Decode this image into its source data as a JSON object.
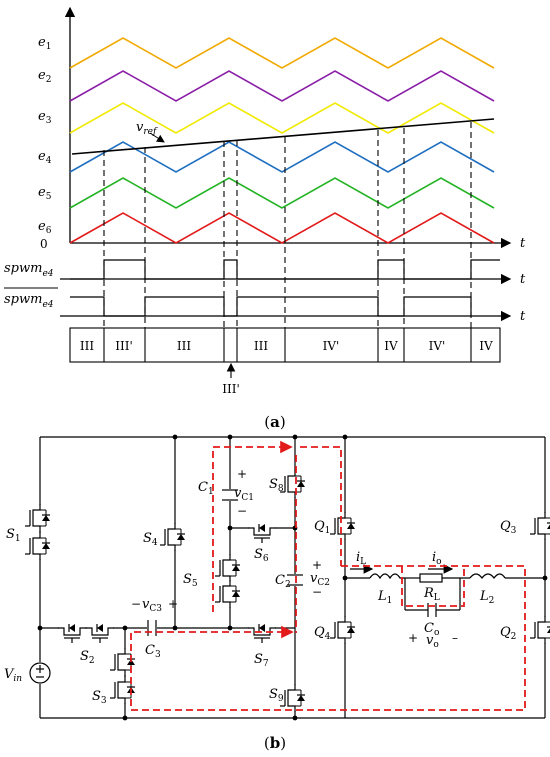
{
  "panel_a": {
    "carrier_labels": [
      {
        "base": "e",
        "sub": "1"
      },
      {
        "base": "e",
        "sub": "2"
      },
      {
        "base": "e",
        "sub": "3"
      },
      {
        "base": "e",
        "sub": "4"
      },
      {
        "base": "e",
        "sub": "5"
      },
      {
        "base": "e",
        "sub": "6"
      }
    ],
    "carrier_colors": [
      "#f2a900",
      "#8b1fa8",
      "#f0ea00",
      "#1f6fc1",
      "#23b323",
      "#e21a1a"
    ],
    "zero_label": "0",
    "time_label": "t",
    "vref": {
      "base": "v",
      "sub": "ref"
    },
    "signal_1": {
      "base": "spwm",
      "sub": "e4"
    },
    "signal_2": {
      "base": "spwm",
      "sub": "e4"
    },
    "regions": [
      "III",
      "III'",
      "III",
      "III",
      "IV'",
      "IV",
      "IV'",
      "IV"
    ],
    "arrow_region": "III'",
    "caption_open": "(",
    "caption_letter": "a",
    "caption_close": ")"
  },
  "panel_b": {
    "vin": {
      "base": "V",
      "sub": "in"
    },
    "switches": {
      "S1": {
        "base": "S",
        "sub": "1"
      },
      "S2": {
        "base": "S",
        "sub": "2"
      },
      "S3": {
        "base": "S",
        "sub": "3"
      },
      "S4": {
        "base": "S",
        "sub": "4"
      },
      "S5": {
        "base": "S",
        "sub": "5"
      },
      "S6": {
        "base": "S",
        "sub": "6"
      },
      "S7": {
        "base": "S",
        "sub": "7"
      },
      "S8": {
        "base": "S",
        "sub": "8"
      },
      "S9": {
        "base": "S",
        "sub": "9"
      },
      "Q1": {
        "base": "Q",
        "sub": "1"
      },
      "Q2": {
        "base": "Q",
        "sub": "2"
      },
      "Q3": {
        "base": "Q",
        "sub": "3"
      },
      "Q4": {
        "base": "Q",
        "sub": "4"
      }
    },
    "capacitors": {
      "C1": {
        "base": "C",
        "sub": "1"
      },
      "C2": {
        "base": "C",
        "sub": "2"
      },
      "C3": {
        "base": "C",
        "sub": "3"
      },
      "Co": {
        "base": "C",
        "sub": "o"
      }
    },
    "voltages": {
      "vC1": {
        "base": "v",
        "sub": "C1"
      },
      "vC2": {
        "base": "v",
        "sub": "C2"
      },
      "vC3": {
        "base": "v",
        "sub": "C3"
      },
      "vo": {
        "base": "v",
        "sub": "o"
      }
    },
    "inductors": {
      "L1": {
        "base": "L",
        "sub": "1"
      },
      "L2": {
        "base": "L",
        "sub": "2"
      }
    },
    "load": {
      "base": "R",
      "sub": "L"
    },
    "currents": {
      "iL": {
        "base": "i",
        "sub": "L"
      },
      "io": {
        "base": "i",
        "sub": "o"
      }
    },
    "plus": "+",
    "minus": "−",
    "minus_short": "–",
    "caption_open": "(",
    "caption_letter": "b",
    "caption_close": ")"
  }
}
